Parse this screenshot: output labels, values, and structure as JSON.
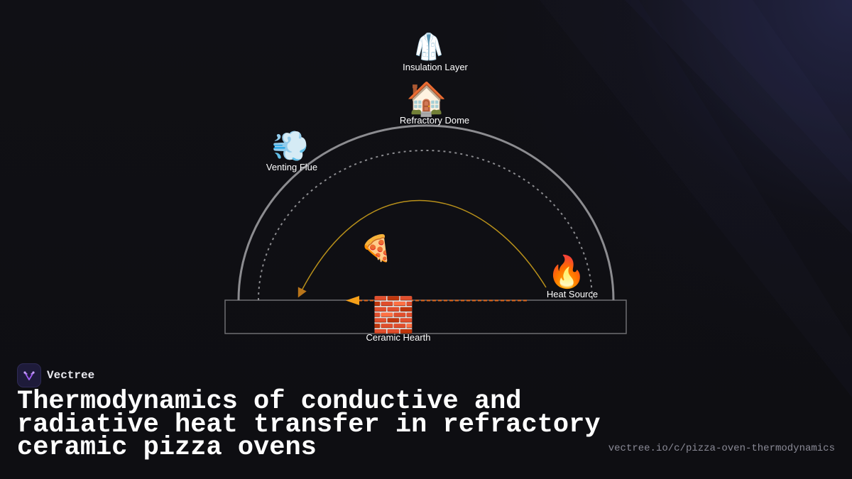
{
  "diagram": {
    "nodes": {
      "insulation": {
        "icon": "🥼",
        "icon_name": "coat-icon",
        "label": "Insulation Layer"
      },
      "dome": {
        "icon": "🏠",
        "icon_name": "house-icon",
        "label": "Refractory Dome"
      },
      "flue": {
        "icon": "💨",
        "icon_name": "dash-smoke-icon",
        "label": "Venting Flue"
      },
      "pizza": {
        "icon": "🍕",
        "icon_name": "pizza-icon",
        "label": ""
      },
      "heat": {
        "icon": "🔥",
        "icon_name": "fire-icon",
        "label": "Heat Source"
      },
      "hearth": {
        "icon": "🧱",
        "icon_name": "brick-icon",
        "label": "Ceramic Hearth"
      }
    },
    "colors": {
      "dome_outline": "#8c8c90",
      "inner_dashed": "#8c8c90",
      "radiant_arc": "#b8901a",
      "arrow_head_radiant": "#b8741a",
      "conduction_line": "#e0661a",
      "conduction_arrow": "#f5a01a",
      "hearth_outline": "#6e6e72"
    }
  },
  "brand": {
    "name": "Vectree",
    "logo_icon": "vectree-logo-icon",
    "accent": "#9d5cf0"
  },
  "title": "Thermodynamics of conductive and radiative heat transfer in refractory ceramic pizza ovens",
  "url": "vectree.io/c/pizza-oven-thermodynamics"
}
